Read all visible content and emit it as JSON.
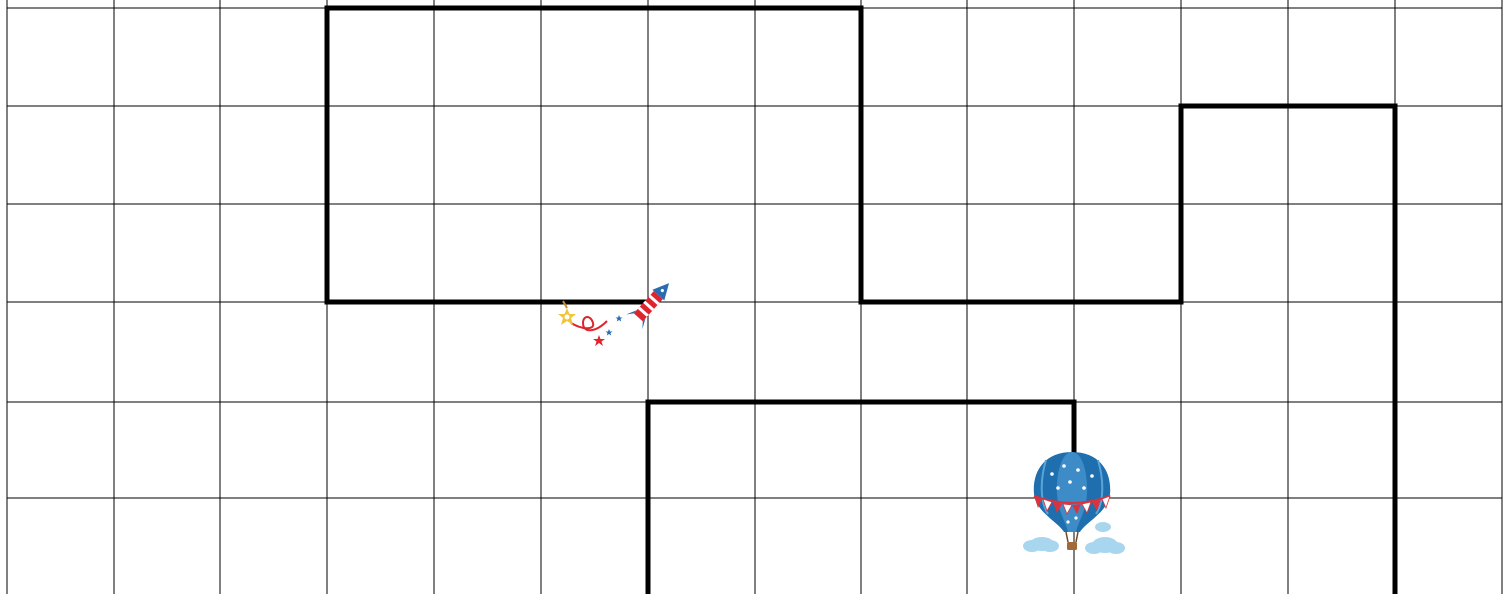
{
  "game": {
    "type": "grid-maze",
    "grid": {
      "columns": 14,
      "rows": 6,
      "cell_partial_last_row": true
    },
    "colors": {
      "background": "#ffffff",
      "grid_line": "#000000",
      "wall": "#000000",
      "balloon_blue": "#1f6fae",
      "balloon_light": "#3d8cc8",
      "bunting_red": "#d9333f",
      "bunting_white": "#ffffff",
      "cloud": "#a8d6ee",
      "rocket_red": "#e0242e",
      "rocket_blue": "#2a6cb0",
      "rocket_trail": "#e0242e",
      "spark_yellow": "#f2c43a"
    },
    "walls": [
      [
        [
          3,
          0
        ],
        [
          8,
          0
        ]
      ],
      [
        [
          3,
          0
        ],
        [
          3,
          3
        ]
      ],
      [
        [
          3,
          3
        ],
        [
          6,
          3
        ]
      ],
      [
        [
          8,
          0
        ],
        [
          8,
          3
        ]
      ],
      [
        [
          8,
          3
        ],
        [
          11,
          3
        ]
      ],
      [
        [
          11,
          3
        ],
        [
          11,
          1
        ]
      ],
      [
        [
          11,
          1
        ],
        [
          13,
          1
        ]
      ],
      [
        [
          13,
          1
        ],
        [
          13,
          6.2
        ]
      ],
      [
        [
          6,
          4
        ],
        [
          10,
          4
        ]
      ],
      [
        [
          6,
          4
        ],
        [
          6,
          6.2
        ]
      ],
      [
        [
          10,
          4
        ],
        [
          10,
          4.5
        ]
      ]
    ],
    "sprites": [
      {
        "name": "hot-air-balloon-icon",
        "col": 10,
        "row": 5
      },
      {
        "name": "firework-rocket-icon",
        "col": 5.5,
        "row": 3
      }
    ]
  }
}
